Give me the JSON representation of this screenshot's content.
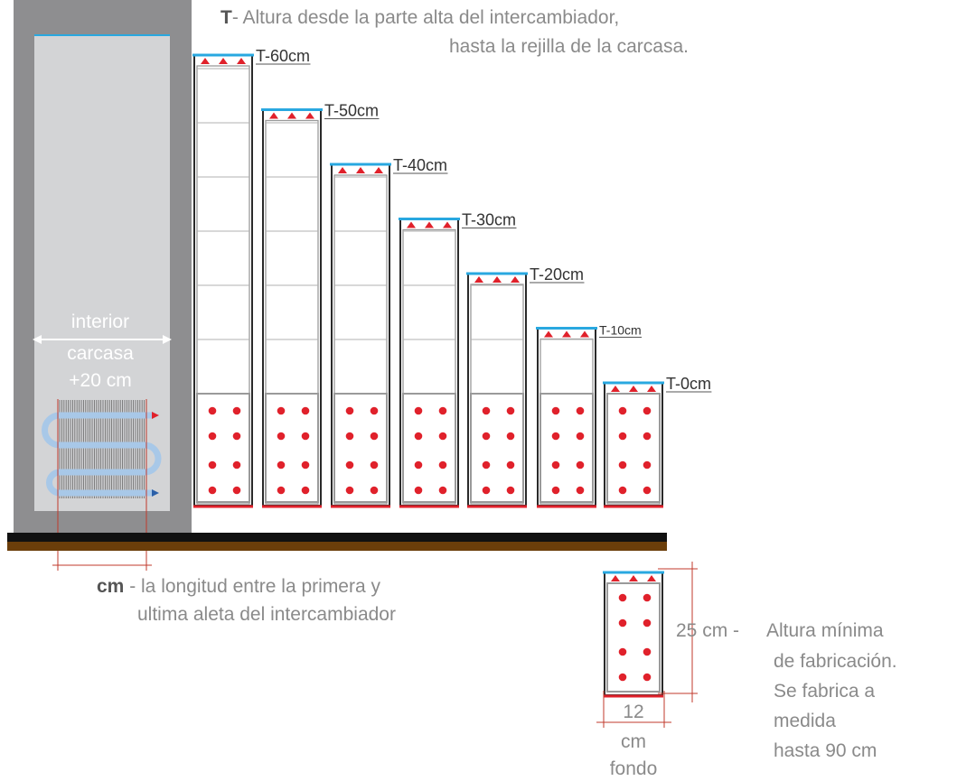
{
  "header": {
    "t_label": "T",
    "line1": "- Altura desde la parte alta del intercambiador,",
    "line2": "hasta la rejilla de la carcasa."
  },
  "interior": {
    "line1": "interior",
    "line2": "carcasa",
    "line3": "+20 cm"
  },
  "units": [
    {
      "label": "T-60cm",
      "height_over_base_cm": 60
    },
    {
      "label": "T-50cm",
      "height_over_base_cm": 50
    },
    {
      "label": "T-40cm",
      "height_over_base_cm": 40
    },
    {
      "label": "T-30cm",
      "height_over_base_cm": 30
    },
    {
      "label": "T-20cm",
      "height_over_base_cm": 20
    },
    {
      "label": "T-10cm",
      "height_over_base_cm": 10
    },
    {
      "label": "T-0cm",
      "height_over_base_cm": 0
    }
  ],
  "cm_note": {
    "bold": "cm",
    "line1": " - la longitud entre la primera y",
    "line2": "ultima aleta del intercambiador"
  },
  "dimension": {
    "height_value": "25 cm -",
    "height_line1": "Altura mínima",
    "height_line2": "de fabricación.",
    "height_line3": "Se fabrica a",
    "height_line4": "medida",
    "height_line5": "hasta 90 cm",
    "width_value": "12",
    "width_unit": "cm",
    "width_label": "fondo"
  },
  "colors": {
    "housing": "#8e8e90",
    "housing_inner": "#d3d4d6",
    "blue_line": "#29a8e0",
    "red": "#e0212b",
    "dim_line": "#c0392b",
    "floor_dark": "#111111",
    "floor_brown": "#6b3e0a",
    "coil": "#a8c8e8"
  }
}
